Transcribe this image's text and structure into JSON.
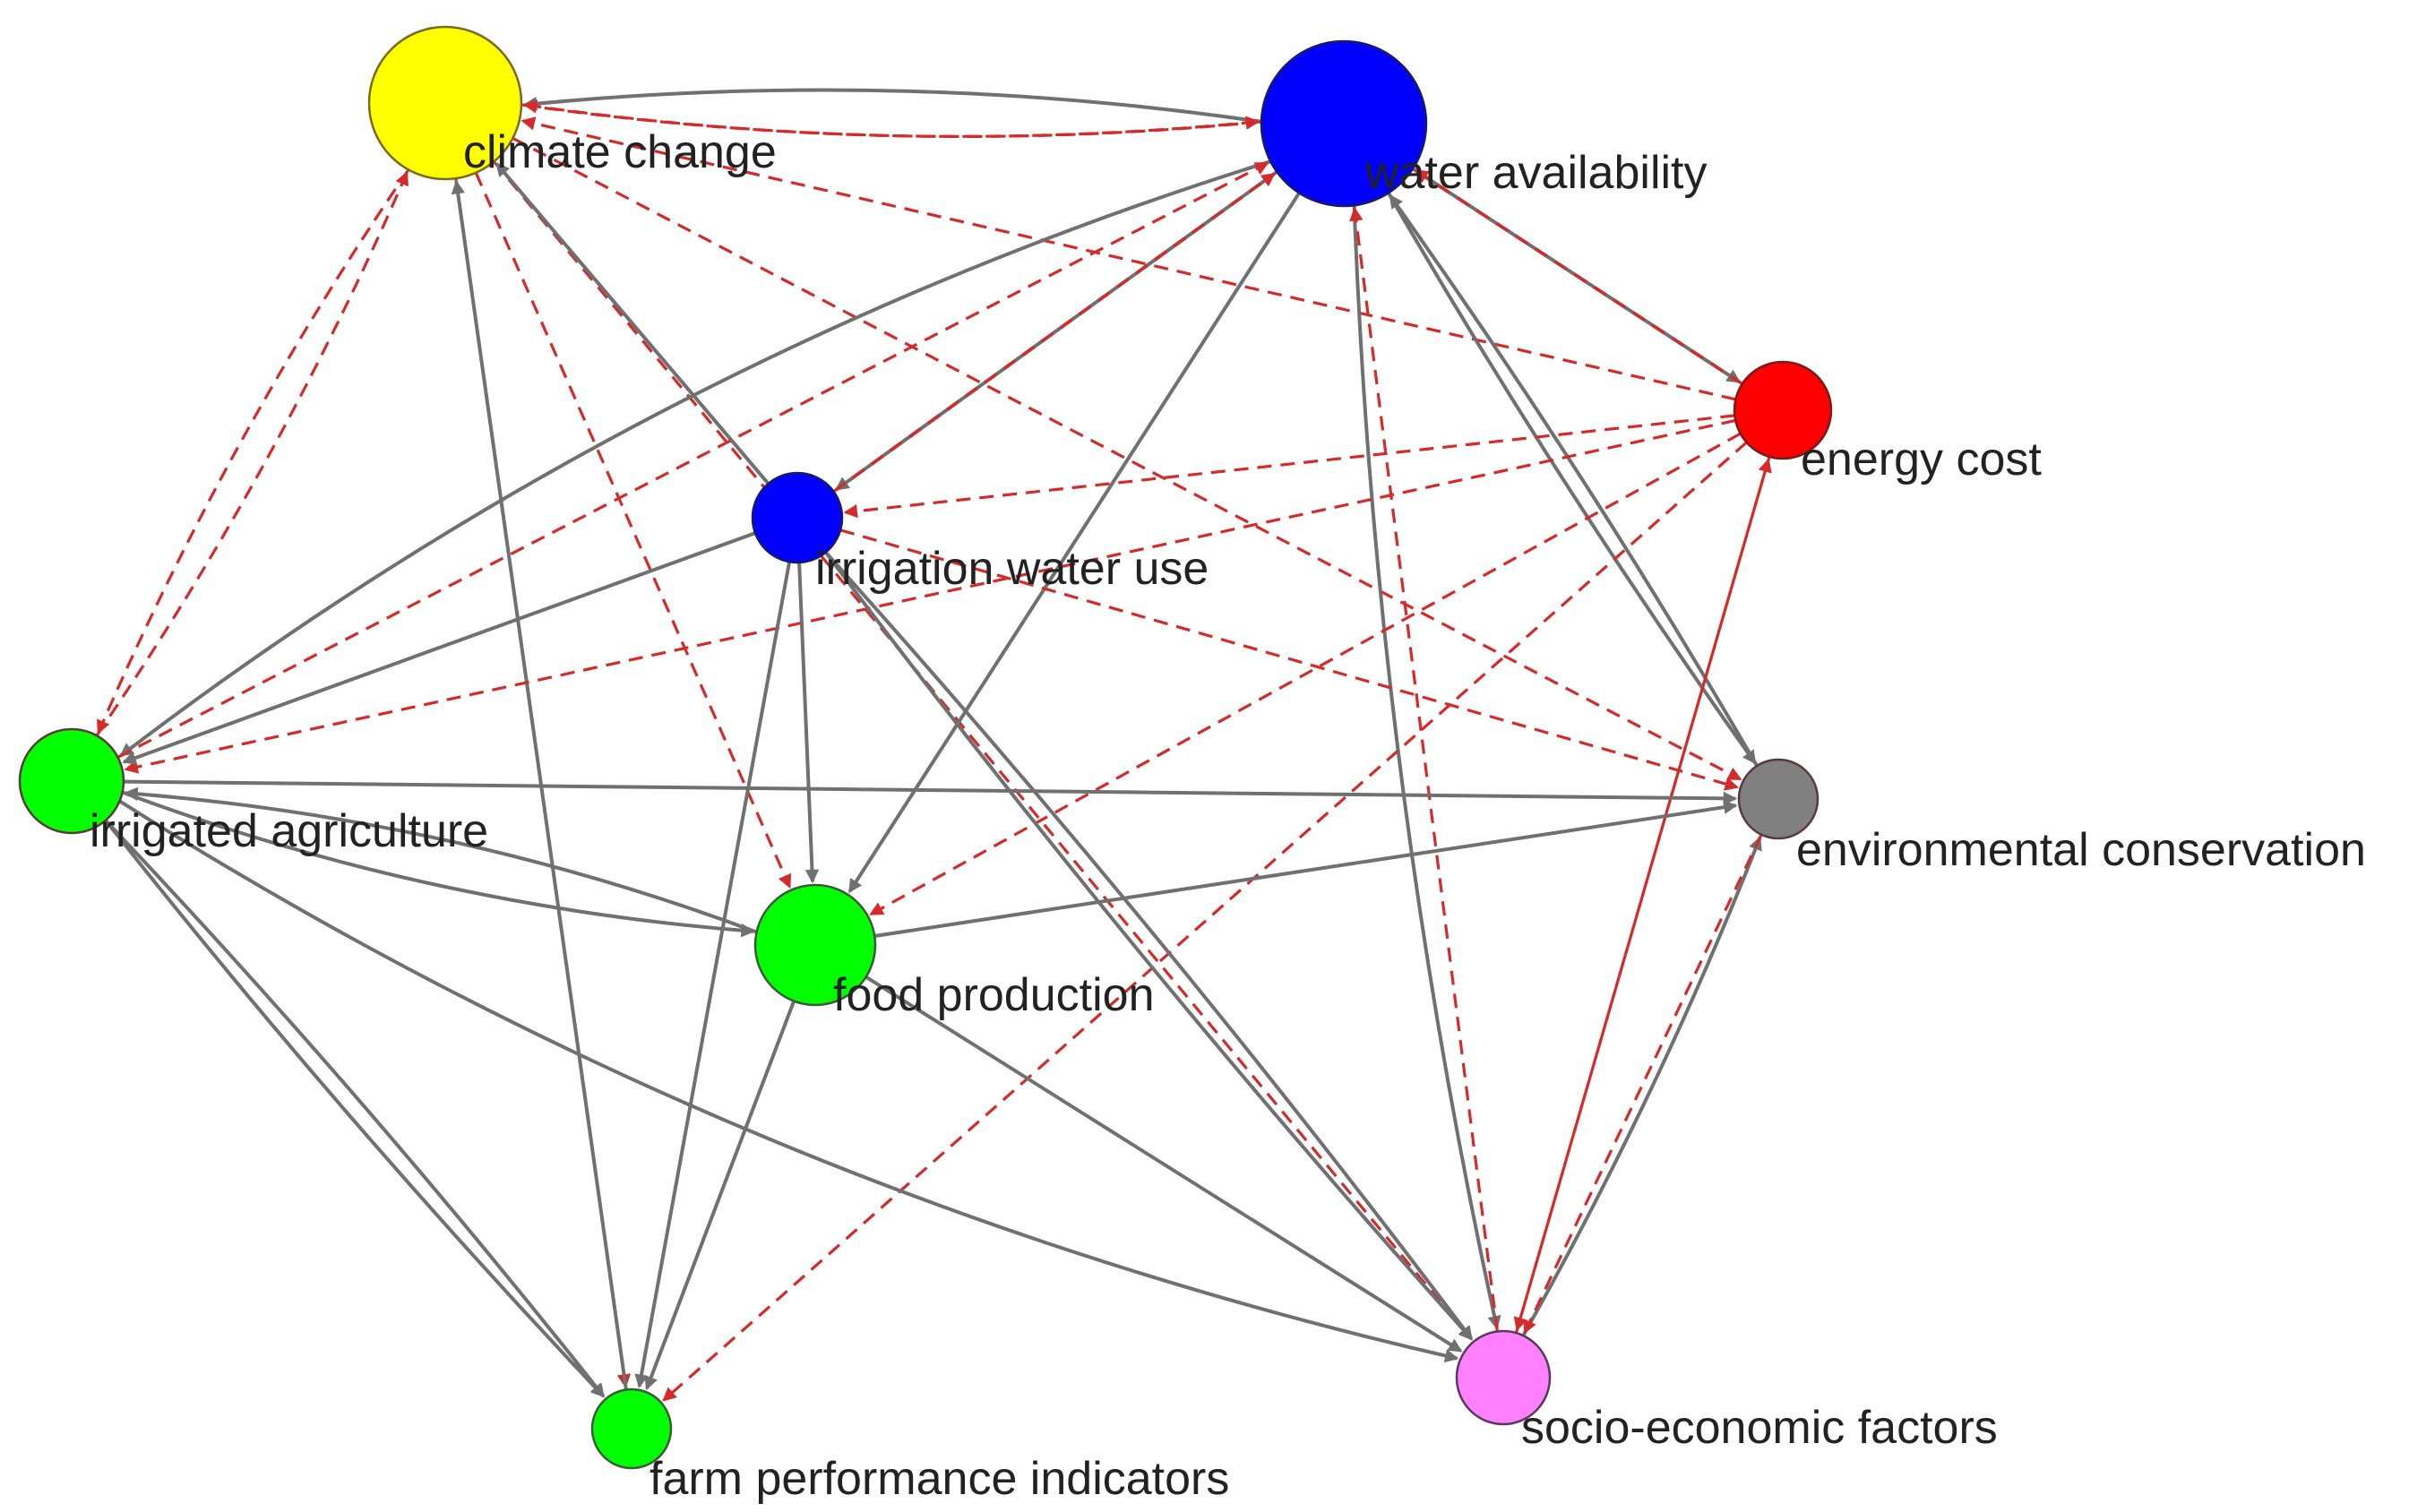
{
  "nodes": [
    {
      "id": "climate",
      "label": "climate change",
      "color": "#ffff00",
      "stroke": "#7a6a22"
    },
    {
      "id": "water",
      "label": "water availability",
      "color": "#0000ff",
      "stroke": "#1a1a6a"
    },
    {
      "id": "energy",
      "label": "energy cost",
      "color": "#ff0000",
      "stroke": "#7a1a1a"
    },
    {
      "id": "iwu",
      "label": "irrigation water use",
      "color": "#0000ff",
      "stroke": "#1a1a6a"
    },
    {
      "id": "irragri",
      "label": "irrigated agriculture",
      "color": "#00ff00",
      "stroke": "#5a3a3a"
    },
    {
      "id": "envcons",
      "label": "environmental conservation",
      "color": "#808080",
      "stroke": "#5a3a3a"
    },
    {
      "id": "food",
      "label": "food production",
      "color": "#00ff00",
      "stroke": "#3a5a3a"
    },
    {
      "id": "socio",
      "label": "socio-economic factors",
      "color": "#ff80ff",
      "stroke": "#5a3a5a"
    },
    {
      "id": "farm",
      "label": "farm performance indicators",
      "color": "#00ff00",
      "stroke": "#3a5a3a"
    }
  ],
  "edges": [
    {
      "from": "water",
      "to": "climate",
      "style": "solid",
      "bend": 0.05
    },
    {
      "from": "climate",
      "to": "water",
      "style": "dashed",
      "bend": 0.05
    },
    {
      "from": "water",
      "to": "climate",
      "style": "dashed",
      "bend": -0.05
    },
    {
      "from": "climate",
      "to": "irragri",
      "style": "dashed",
      "bend": 0.04
    },
    {
      "from": "irragri",
      "to": "climate",
      "style": "dashed",
      "bend": 0.04
    },
    {
      "from": "climate",
      "to": "farm",
      "style": "dashed",
      "bend": 0
    },
    {
      "from": "farm",
      "to": "climate",
      "style": "solid",
      "bend": 0
    },
    {
      "from": "climate",
      "to": "food",
      "style": "dashed",
      "bend": 0
    },
    {
      "from": "climate",
      "to": "envcons",
      "style": "dashed",
      "bend": 0
    },
    {
      "from": "climate",
      "to": "socio",
      "style": "dashed",
      "bend": 0
    },
    {
      "from": "iwu",
      "to": "climate",
      "style": "solid",
      "bend": 0
    },
    {
      "from": "energy",
      "to": "climate",
      "style": "dashed",
      "bend": 0
    },
    {
      "from": "water",
      "to": "iwu",
      "style": "solid",
      "bend": 0
    },
    {
      "from": "water",
      "to": "irragri",
      "style": "solid",
      "bend": 0.08
    },
    {
      "from": "irragri",
      "to": "water",
      "style": "dashed",
      "bend": 0
    },
    {
      "from": "iwu",
      "to": "water",
      "style": "dashed",
      "bend": 0
    },
    {
      "from": "water",
      "to": "food",
      "style": "solid",
      "bend": 0
    },
    {
      "from": "water",
      "to": "envcons",
      "style": "solid",
      "bend": 0.02
    },
    {
      "from": "envcons",
      "to": "water",
      "style": "solid",
      "bend": 0.02
    },
    {
      "from": "water",
      "to": "energy",
      "style": "solid",
      "bend": 0
    },
    {
      "from": "energy",
      "to": "water",
      "style": "dashed",
      "bend": 0
    },
    {
      "from": "water",
      "to": "socio",
      "style": "solid",
      "bend": 0.04
    },
    {
      "from": "socio",
      "to": "water",
      "style": "dashed",
      "bend": 0
    },
    {
      "from": "energy",
      "to": "iwu",
      "style": "dashed",
      "bend": 0
    },
    {
      "from": "energy",
      "to": "irragri",
      "style": "dashed",
      "bend": 0
    },
    {
      "from": "energy",
      "to": "food",
      "style": "dashed",
      "bend": 0
    },
    {
      "from": "energy",
      "to": "farm",
      "style": "dashed",
      "bend": 0
    },
    {
      "from": "energy",
      "to": "socio",
      "style": "dashed",
      "bend": 0
    },
    {
      "from": "socio",
      "to": "energy",
      "style": "dashed",
      "bend": 0
    },
    {
      "from": "iwu",
      "to": "irragri",
      "style": "solid",
      "bend": 0
    },
    {
      "from": "iwu",
      "to": "food",
      "style": "solid",
      "bend": 0
    },
    {
      "from": "iwu",
      "to": "farm",
      "style": "solid",
      "bend": 0
    },
    {
      "from": "iwu",
      "to": "socio",
      "style": "solid",
      "bend": 0.02
    },
    {
      "from": "iwu",
      "to": "socio",
      "style": "solid",
      "bend": -0.02
    },
    {
      "from": "iwu",
      "to": "envcons",
      "style": "dashed",
      "bend": 0
    },
    {
      "from": "irragri",
      "to": "envcons",
      "style": "solid",
      "bend": 0
    },
    {
      "from": "irragri",
      "to": "food",
      "style": "solid",
      "bend": 0.06
    },
    {
      "from": "food",
      "to": "irragri",
      "style": "solid",
      "bend": 0.06
    },
    {
      "from": "irragri",
      "to": "farm",
      "style": "solid",
      "bend": 0.02
    },
    {
      "from": "irragri",
      "to": "farm",
      "style": "solid",
      "bend": -0.02
    },
    {
      "from": "irragri",
      "to": "socio",
      "style": "solid",
      "bend": 0.08
    },
    {
      "from": "food",
      "to": "envcons",
      "style": "solid",
      "bend": 0
    },
    {
      "from": "food",
      "to": "farm",
      "style": "solid",
      "bend": 0
    },
    {
      "from": "food",
      "to": "socio",
      "style": "solid",
      "bend": 0
    },
    {
      "from": "socio",
      "to": "envcons",
      "style": "solid",
      "bend": 0.03
    },
    {
      "from": "envcons",
      "to": "socio",
      "style": "dashed",
      "bend": 0
    }
  ]
}
